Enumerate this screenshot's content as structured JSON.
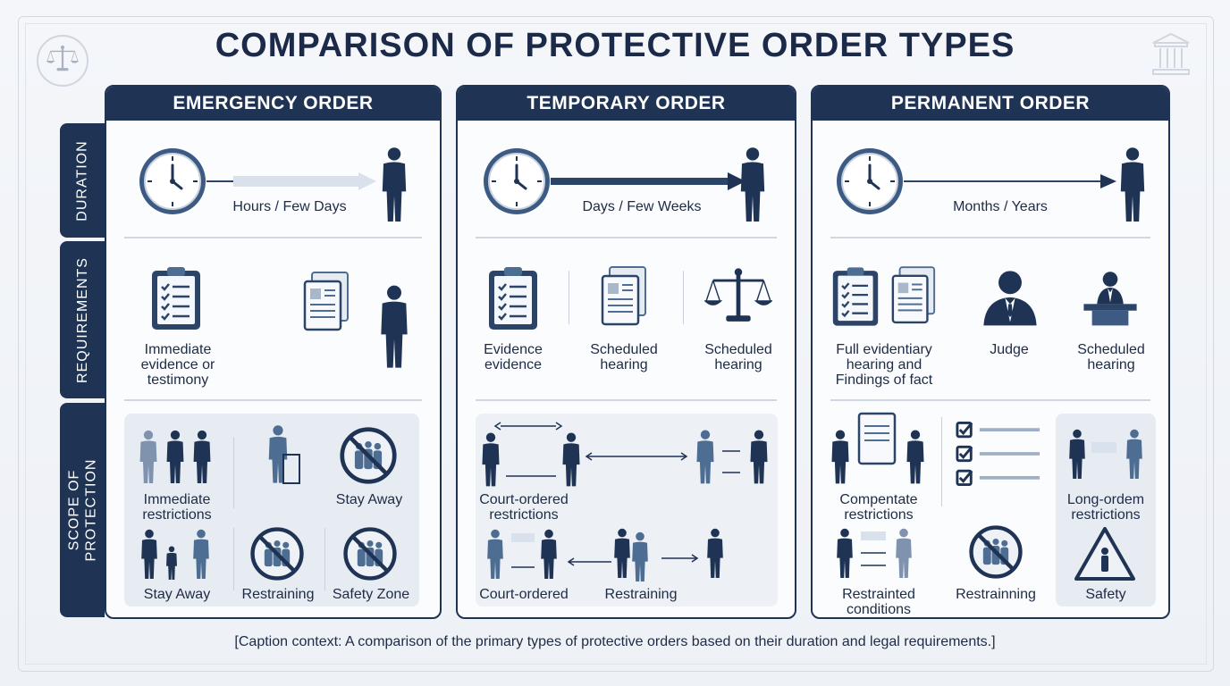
{
  "title": "COMPARISON OF PROTECTIVE ORDER TYPES",
  "row_labels": {
    "duration": "DURATION",
    "requirements": "REQUIREMENTS",
    "scope_line1": "SCOPE OF",
    "scope_line2": "PROTECTION"
  },
  "emergency": {
    "header": "EMERGENCY ORDER",
    "duration": "Hours / Few Days",
    "req": [
      "Immediate",
      "evidence or",
      "testimony"
    ],
    "scope": {
      "s1": [
        "Immediate",
        "restrictions"
      ],
      "s2": "Stay Away",
      "s3": "Stay Away",
      "s4": "Restraining",
      "s5": "Safety Zone"
    }
  },
  "temporary": {
    "header": "TEMPORARY ORDER",
    "duration": "Days / Few Weeks",
    "req1": [
      "Evidence",
      "evidence"
    ],
    "req2": [
      "Scheduled",
      "hearing"
    ],
    "req3": [
      "Scheduled",
      "hearing"
    ],
    "scope": {
      "s1": [
        "Court-ordered",
        "restrictions"
      ],
      "s2": "Court-ordered",
      "s3": "Restraining"
    }
  },
  "permanent": {
    "header": "PERMANENT ORDER",
    "duration": "Months / Years",
    "req1": [
      "Full evidentiary",
      "hearing and",
      "Findings of fact"
    ],
    "req2": "Judge",
    "req3": [
      "Scheduled",
      "hearing"
    ],
    "scope": {
      "s1": [
        "Compentate",
        "restrictions"
      ],
      "s2": [
        "Long-ordem",
        "restrictions"
      ],
      "s3": [
        "Restrainted",
        "conditions"
      ],
      "s4": "Restrainning",
      "s5": "Safety"
    }
  },
  "caption": "[Caption context: A comparison of the primary types of protective orders based on their duration and legal requirements.]",
  "colors": {
    "navy": "#1f3354",
    "steel": "#4e6d92",
    "light": "#d9e1ec"
  }
}
